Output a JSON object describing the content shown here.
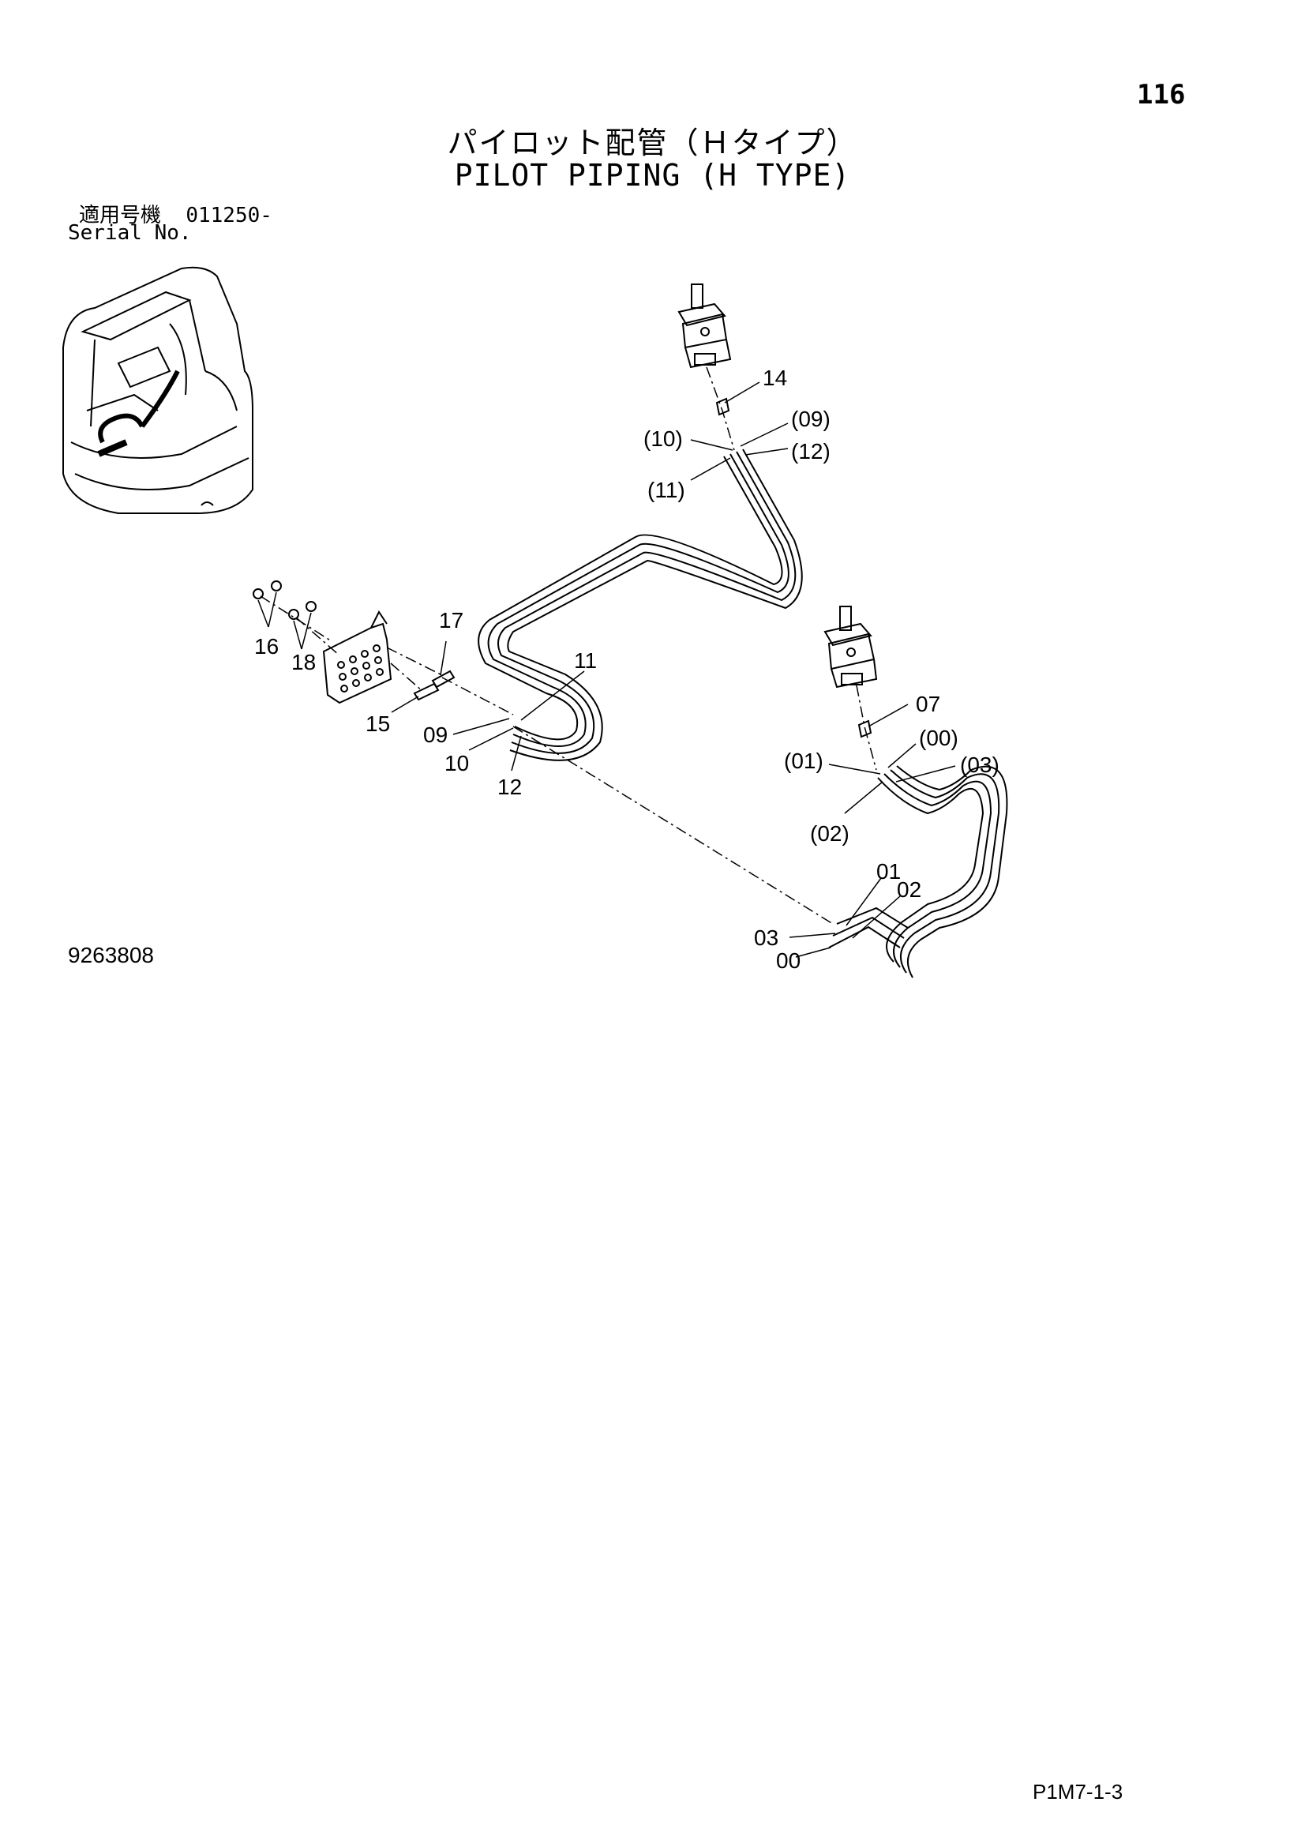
{
  "page_number": "116",
  "title_jp": "パイロット配管（Ｈタイプ）",
  "title_en": "PILOT PIPING (H TYPE)",
  "serial": {
    "label_jp": "適用号機",
    "range": "011250-",
    "label_en": "Serial No."
  },
  "drawing_number": "9263808",
  "page_reference": "P1M7-1-3",
  "callouts": {
    "c14": "14",
    "c09p": "(09)",
    "c10p": "(10)",
    "c12p": "(12)",
    "c11p": "(11)",
    "c17": "17",
    "c16": "16",
    "c18": "18",
    "c11": "11",
    "c15": "15",
    "c09": "09",
    "c10": "10",
    "c12": "12",
    "c07": "07",
    "c00p": "(00)",
    "c01p": "(01)",
    "c03p": "(03)",
    "c02p": "(02)",
    "c01": "01",
    "c02": "02",
    "c03": "03",
    "c00": "00"
  }
}
